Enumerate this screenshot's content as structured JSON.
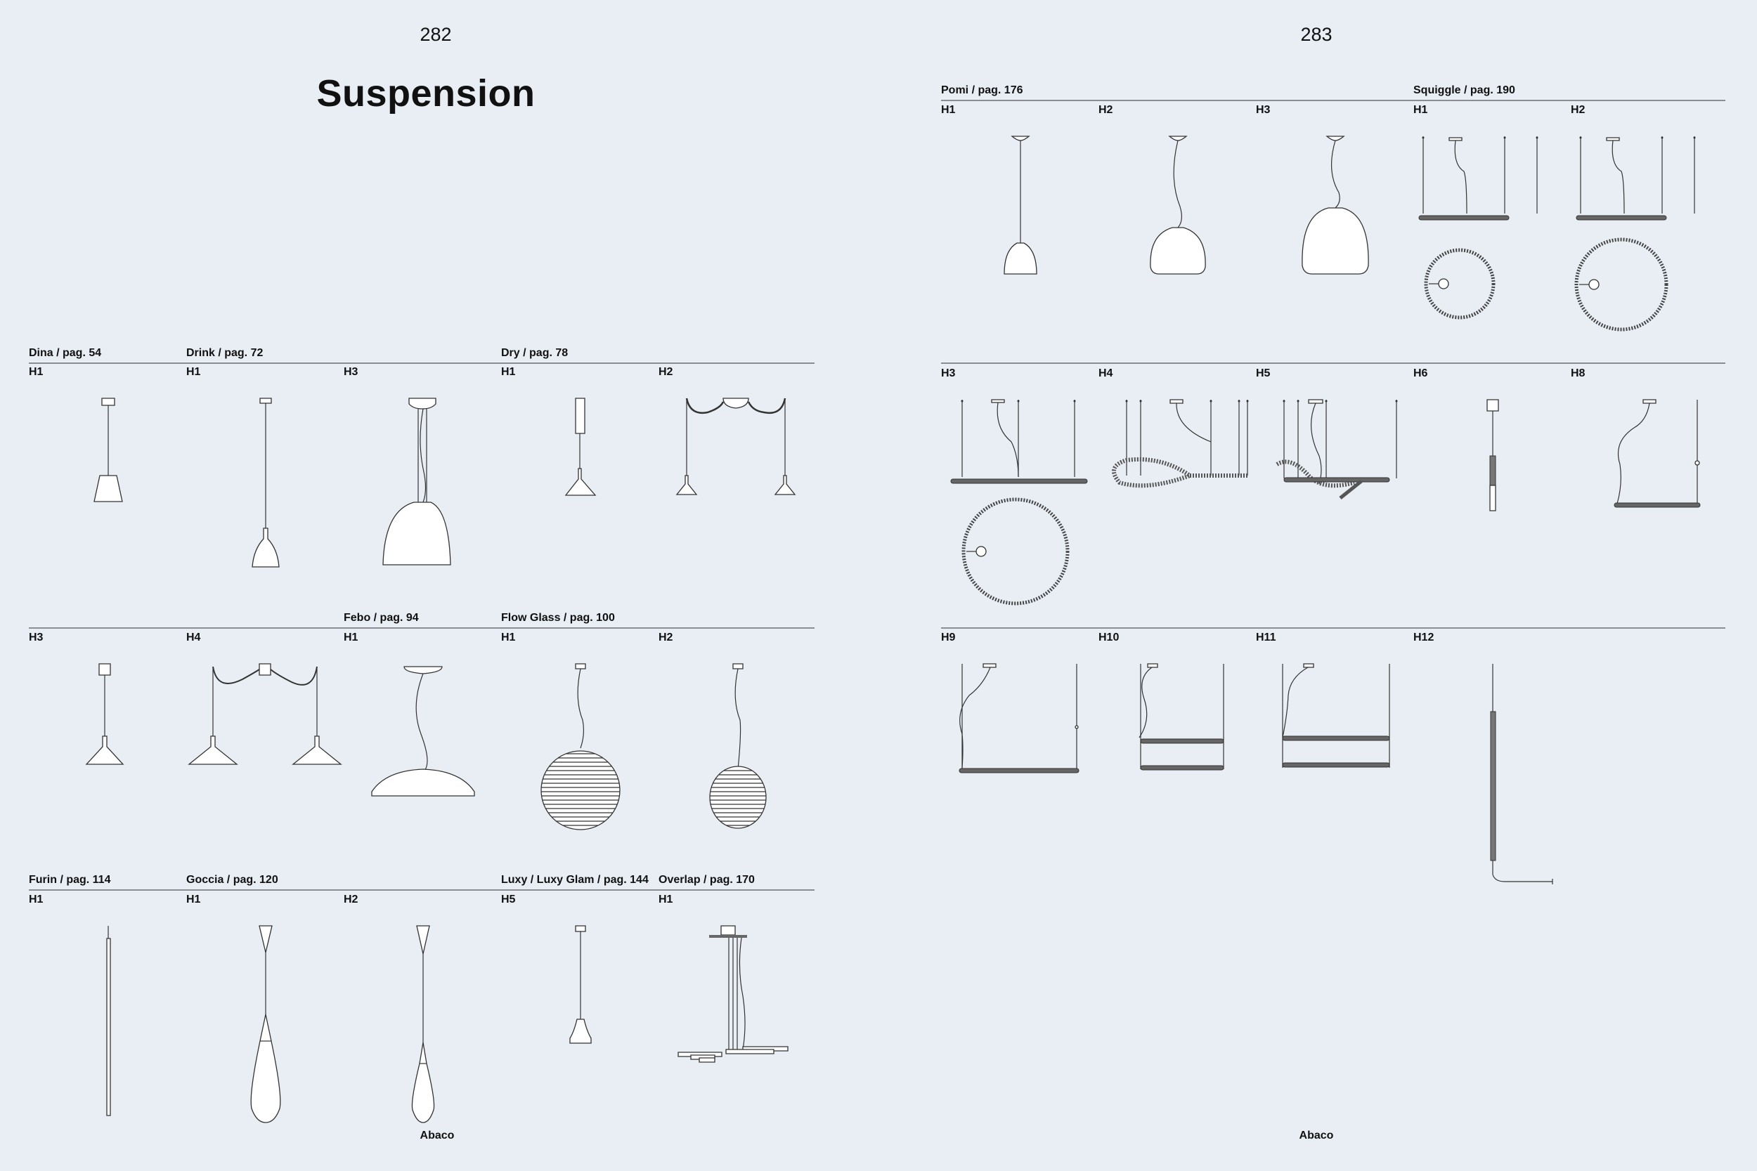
{
  "left_page": {
    "page_number": "282",
    "title": "Suspension",
    "footer": "Abaco",
    "rows": [
      {
        "families": [
          {
            "name": "Dina / pag. 54",
            "variants": [
              {
                "label": "H1",
                "drawing": "cone-pendant"
              }
            ]
          },
          {
            "name": "Drink / pag. 72",
            "variants": [
              {
                "label": "H1",
                "drawing": "bottle-pendant"
              },
              {
                "label": "H3",
                "drawing": "large-bell-pendant"
              }
            ]
          },
          {
            "name": "Dry / pag. 78",
            "variants": [
              {
                "label": "H1",
                "drawing": "trumpet-pendant"
              },
              {
                "label": "H2",
                "drawing": "double-trumpet-pendant"
              }
            ]
          }
        ]
      },
      {
        "families": [
          {
            "name": "",
            "variants": [
              {
                "label": "H3",
                "drawing": "trumpet-pendant-square"
              },
              {
                "label": "H4",
                "drawing": "double-trumpet-square"
              }
            ]
          },
          {
            "name": "Febo / pag. 94",
            "variants": [
              {
                "label": "H1",
                "drawing": "dome-pendant"
              }
            ]
          },
          {
            "name": "Flow Glass / pag. 100",
            "variants": [
              {
                "label": "H1",
                "drawing": "globe-large"
              },
              {
                "label": "H2",
                "drawing": "globe-small"
              }
            ]
          }
        ]
      },
      {
        "families": [
          {
            "name": "Furin / pag. 114",
            "variants": [
              {
                "label": "H1",
                "drawing": "rod"
              }
            ]
          },
          {
            "name": "Goccia / pag. 120",
            "variants": [
              {
                "label": "H1",
                "drawing": "drop-large"
              },
              {
                "label": "H2",
                "drawing": "drop-small"
              }
            ]
          },
          {
            "name": "Luxy / Luxy Glam / pag. 144",
            "variants": [
              {
                "label": "H5",
                "drawing": "small-bell-pendant"
              }
            ]
          },
          {
            "name": "Overlap / pag. 170",
            "variants": [
              {
                "label": "H1",
                "drawing": "overlap-panels"
              }
            ]
          }
        ]
      }
    ]
  },
  "right_page": {
    "page_number": "283",
    "footer": "Abaco",
    "rows": [
      {
        "families": [
          {
            "name": "Pomi / pag. 176",
            "variants": [
              {
                "label": "H1",
                "drawing": "pomi-small"
              },
              {
                "label": "H2",
                "drawing": "pomi-medium"
              },
              {
                "label": "H3",
                "drawing": "pomi-large"
              }
            ]
          },
          {
            "name": "Squiggle / pag. 190",
            "variants": [
              {
                "label": "H1",
                "drawing": "squiggle-bar-ring-small"
              },
              {
                "label": "H2",
                "drawing": "squiggle-bar-ring-large"
              }
            ]
          }
        ]
      },
      {
        "families": [
          {
            "name": "",
            "variants": [
              {
                "label": "H3",
                "drawing": "squiggle-bar-ring-xl"
              },
              {
                "label": "H4",
                "drawing": "squiggle-loop"
              },
              {
                "label": "H5",
                "drawing": "squiggle-hook"
              },
              {
                "label": "H6",
                "drawing": "squiggle-vertical"
              },
              {
                "label": "H8",
                "drawing": "squiggle-linear"
              }
            ]
          }
        ]
      },
      {
        "families": [
          {
            "name": "",
            "variants": [
              {
                "label": "H9",
                "drawing": "squiggle-linear-wide"
              },
              {
                "label": "H10",
                "drawing": "squiggle-double"
              },
              {
                "label": "H11",
                "drawing": "squiggle-double-b"
              },
              {
                "label": "H12",
                "drawing": "squiggle-floor-vertical"
              }
            ]
          }
        ]
      }
    ]
  }
}
